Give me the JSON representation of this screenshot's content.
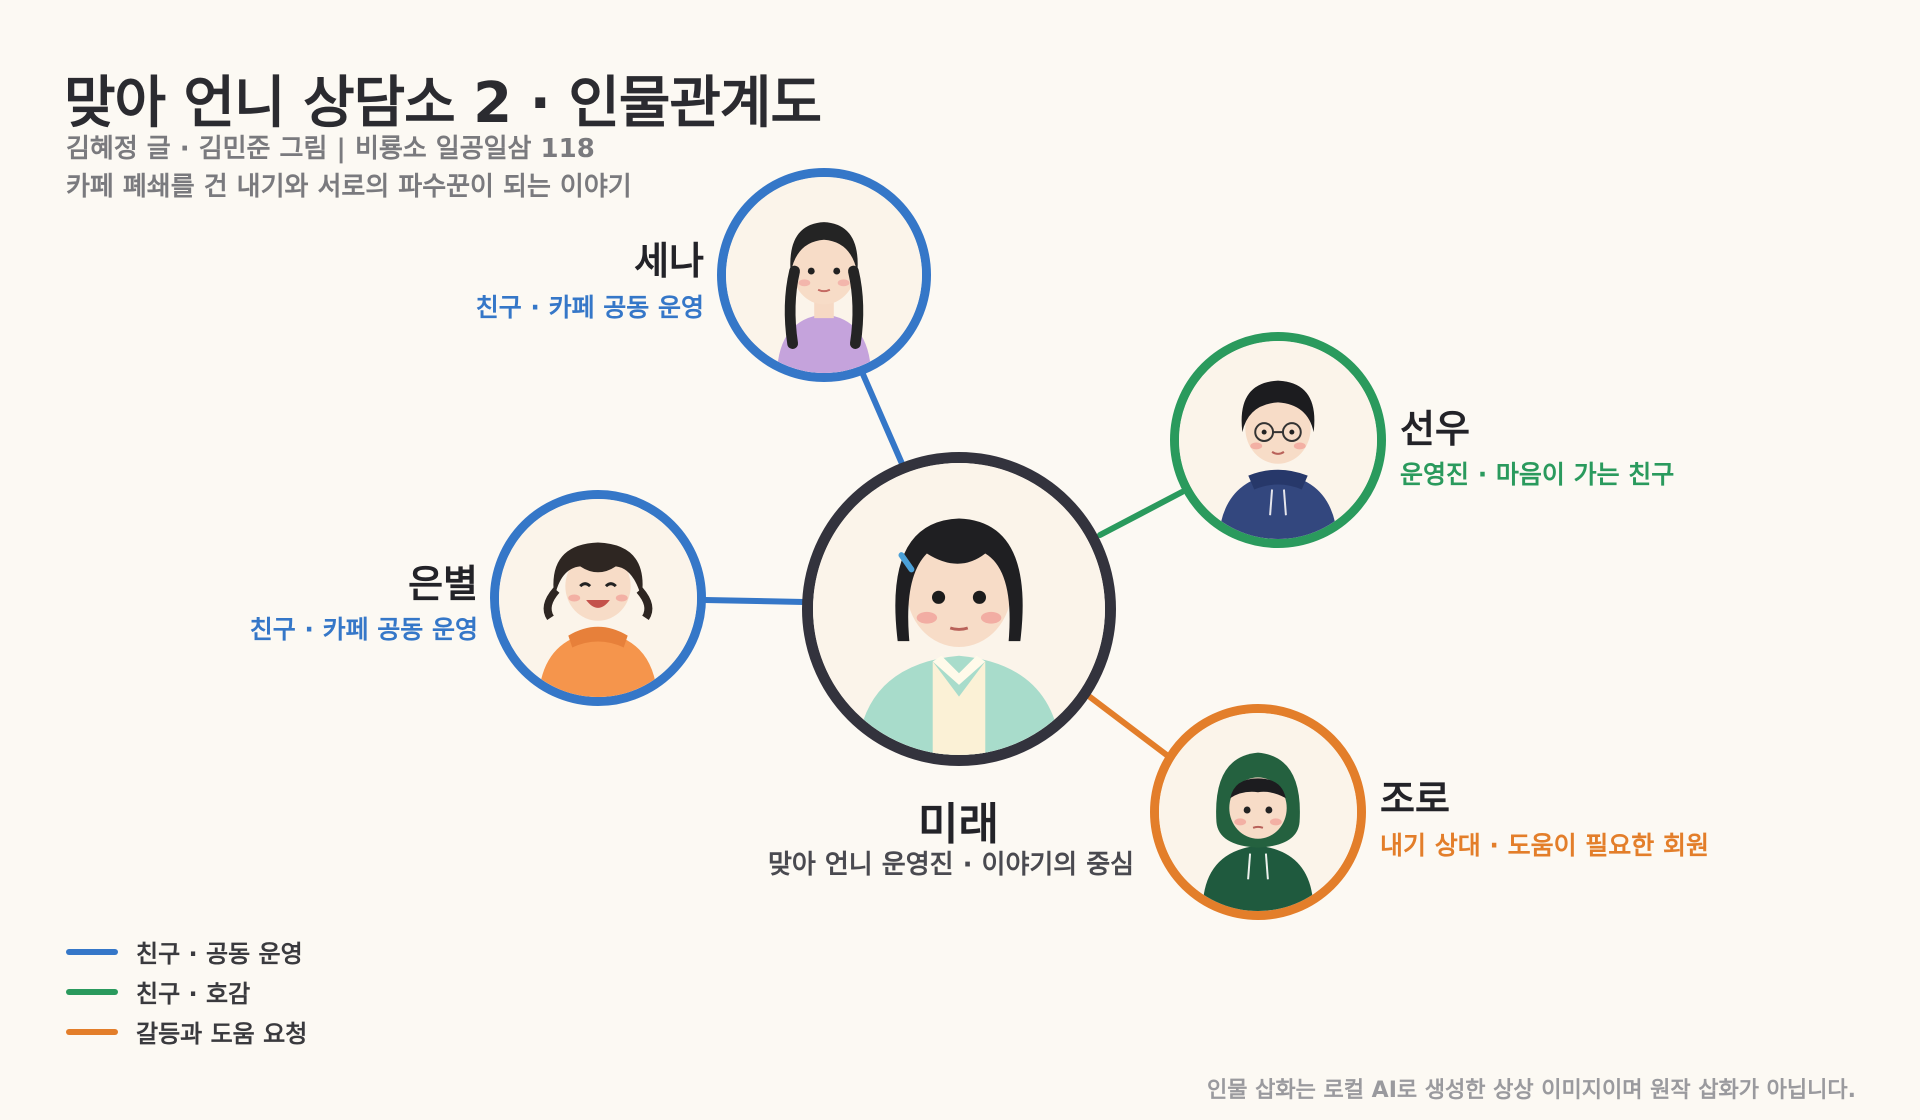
{
  "header": {
    "title": "맞아 언니 상담소 2 · 인물관계도",
    "subtitle": "김혜정 글 · 김민준 그림 | 비룡소 일공일삼 118",
    "tagline": "카페 폐쇄를 건 내기와 서로의 파수꾼이 되는 이야기"
  },
  "colors": {
    "blue": "#3577c8",
    "green": "#2a9a5d",
    "orange": "#e37e2a",
    "center": "#33333d"
  },
  "characters": {
    "center": {
      "name": "미래",
      "role": "맞아 언니 운영진 · 이야기의 중심"
    },
    "sena": {
      "name": "세나",
      "role": "친구 · 카페 공동 운영",
      "relation": "blue"
    },
    "eunbyeol": {
      "name": "은별",
      "role": "친구 · 카페 공동 운영",
      "relation": "blue"
    },
    "seonwoo": {
      "name": "선우",
      "role": "운영진 · 마음이 가는 친구",
      "relation": "green"
    },
    "joro": {
      "name": "조로",
      "role": "내기 상대 · 도움이 필요한 회원",
      "relation": "orange"
    }
  },
  "legend": [
    {
      "label": "친구 · 공동 운영",
      "color": "#3577c8"
    },
    {
      "label": "친구 · 호감",
      "color": "#2a9a5d"
    },
    {
      "label": "갈등과 도움 요청",
      "color": "#e37e2a"
    }
  ],
  "footer": "인물 삽화는 로컬 AI로 생성한 상상 이미지이며 원작 삽화가 아닙니다."
}
